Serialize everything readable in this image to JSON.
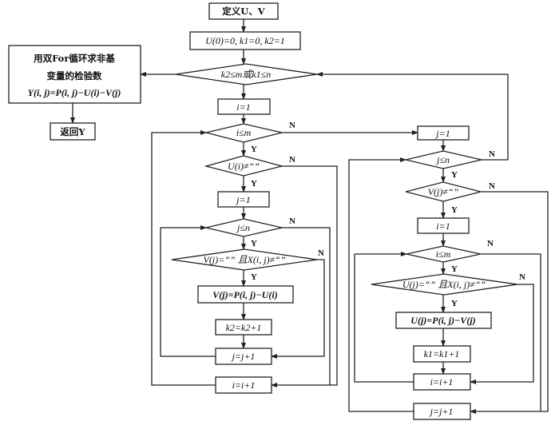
{
  "diagram": {
    "type": "flowchart",
    "nodes": {
      "define_uv": {
        "shape": "process",
        "text": "定义U、V"
      },
      "init": {
        "shape": "process",
        "text": "U(0)=0, k1=0, k2=1"
      },
      "main_cond": {
        "shape": "decision",
        "text": "k2≤m或k1≤n"
      },
      "compute_y_line1": {
        "shape": "process",
        "text": "用双For循环求非基"
      },
      "compute_y_line2": {
        "shape": "process",
        "text": "变量的检验数"
      },
      "compute_y_line3": {
        "shape": "process",
        "text": "Y(i, j)=P(i, j)−U(i)−V(j)"
      },
      "return_y": {
        "shape": "process",
        "text": "返回Y"
      },
      "l_i_init": {
        "shape": "process",
        "text": "i=1"
      },
      "l_i_cond": {
        "shape": "decision",
        "text": "i≤m"
      },
      "l_u_cond": {
        "shape": "decision",
        "text": "U(i)≠“”"
      },
      "l_j_init": {
        "shape": "process",
        "text": "j=1"
      },
      "l_j_cond": {
        "shape": "decision",
        "text": "j≤n"
      },
      "l_vx_cond": {
        "shape": "decision",
        "text": "V(j)=“” 且X(i, j)≠“”"
      },
      "l_v_assign": {
        "shape": "process",
        "text": "V(j)=P(i, j)−U(i)"
      },
      "l_k2_inc": {
        "shape": "process",
        "text": "k2=k2+1"
      },
      "l_j_inc": {
        "shape": "process",
        "text": "j=j+1"
      },
      "l_i_inc": {
        "shape": "process",
        "text": "i=i+1"
      },
      "r_j_init": {
        "shape": "process",
        "text": "j=1"
      },
      "r_j_cond": {
        "shape": "decision",
        "text": "j≤n"
      },
      "r_v_cond": {
        "shape": "decision",
        "text": "V(j)≠“”"
      },
      "r_i_init": {
        "shape": "process",
        "text": "i=1"
      },
      "r_i_cond": {
        "shape": "decision",
        "text": "i≤m"
      },
      "r_ux_cond": {
        "shape": "decision",
        "text": "U(j)=“” 且X(i, j)≠“”"
      },
      "r_u_assign": {
        "shape": "process",
        "text": "U(j)=P(i, j)−V(j)"
      },
      "r_k1_inc": {
        "shape": "process",
        "text": "k1=k1+1"
      },
      "r_i_inc": {
        "shape": "process",
        "text": "i=i+1"
      },
      "r_j_inc": {
        "shape": "process",
        "text": "j=j+1"
      }
    },
    "labels": {
      "yes": "Y",
      "no": "N"
    },
    "edges": [
      {
        "from": "define_uv",
        "to": "init"
      },
      {
        "from": "init",
        "to": "main_cond"
      },
      {
        "from": "main_cond",
        "to": "l_i_init",
        "label": "Y"
      },
      {
        "from": "main_cond",
        "to": "compute_y",
        "label": "N"
      },
      {
        "from": "compute_y",
        "to": "return_y"
      },
      {
        "from": "l_i_init",
        "to": "l_i_cond"
      },
      {
        "from": "l_i_cond",
        "to": "l_u_cond",
        "label": "Y"
      },
      {
        "from": "l_i_cond",
        "to": "r_j_init",
        "label": "N"
      },
      {
        "from": "l_u_cond",
        "to": "l_j_init",
        "label": "Y"
      },
      {
        "from": "l_u_cond",
        "to": "l_i_inc",
        "label": "N"
      },
      {
        "from": "l_j_init",
        "to": "l_j_cond"
      },
      {
        "from": "l_j_cond",
        "to": "l_vx_cond",
        "label": "Y"
      },
      {
        "from": "l_j_cond",
        "to": "l_i_inc",
        "label": "N"
      },
      {
        "from": "l_vx_cond",
        "to": "l_v_assign",
        "label": "Y"
      },
      {
        "from": "l_vx_cond",
        "to": "l_j_inc",
        "label": "N"
      },
      {
        "from": "l_v_assign",
        "to": "l_k2_inc"
      },
      {
        "from": "l_k2_inc",
        "to": "l_j_inc"
      },
      {
        "from": "l_j_inc",
        "to": "l_j_cond"
      },
      {
        "from": "l_i_inc",
        "to": "l_i_cond"
      },
      {
        "from": "r_j_init",
        "to": "r_j_cond"
      },
      {
        "from": "r_j_cond",
        "to": "r_v_cond",
        "label": "Y"
      },
      {
        "from": "r_j_cond",
        "to": "main_cond",
        "label": "N"
      },
      {
        "from": "r_v_cond",
        "to": "r_i_init",
        "label": "Y"
      },
      {
        "from": "r_v_cond",
        "to": "r_j_inc",
        "label": "N"
      },
      {
        "from": "r_i_init",
        "to": "r_i_cond"
      },
      {
        "from": "r_i_cond",
        "to": "r_ux_cond",
        "label": "Y"
      },
      {
        "from": "r_i_cond",
        "to": "r_j_inc",
        "label": "N"
      },
      {
        "from": "r_ux_cond",
        "to": "r_u_assign",
        "label": "Y"
      },
      {
        "from": "r_ux_cond",
        "to": "r_i_inc",
        "label": "N"
      },
      {
        "from": "r_u_assign",
        "to": "r_k1_inc"
      },
      {
        "from": "r_k1_inc",
        "to": "r_i_inc"
      },
      {
        "from": "r_i_inc",
        "to": "r_i_cond"
      },
      {
        "from": "r_j_inc",
        "to": "r_j_cond"
      }
    ]
  }
}
